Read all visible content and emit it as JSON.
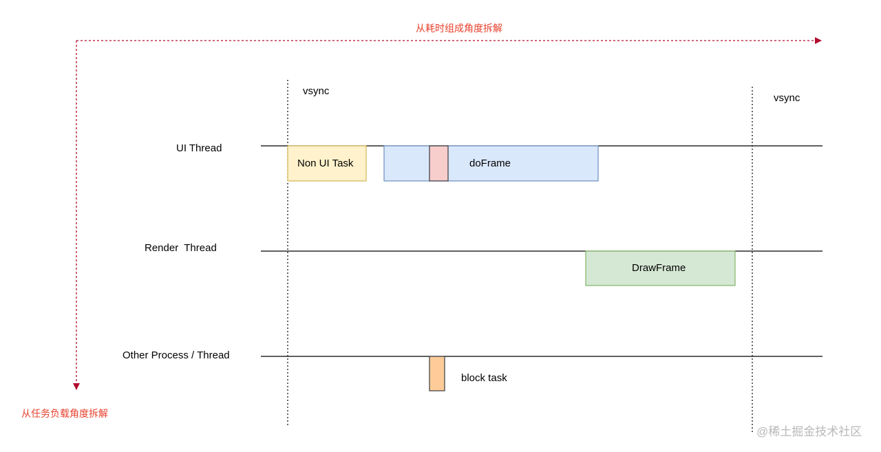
{
  "diagram": {
    "horizontal_axis_label": "从耗时组成角度拆解",
    "vertical_axis_label": "从任务负载角度拆解",
    "vsync_labels": [
      "vsync",
      "vsync"
    ],
    "threads": [
      {
        "name": "UI Thread"
      },
      {
        "name": "Render  Thread"
      },
      {
        "name": "Other Process / Thread"
      }
    ],
    "tasks": [
      {
        "label": "Non UI Task",
        "fill": "#fff2cc",
        "stroke": "#d6b656"
      },
      {
        "label": "doFrame",
        "fill": "#dae8fc",
        "stroke": "#6c8ebf"
      },
      {
        "label": "",
        "fill": "#f8cecc",
        "stroke": "#b85450"
      },
      {
        "label": "DrawFrame",
        "fill": "#d5e8d4",
        "stroke": "#82b366"
      },
      {
        "label": "block task",
        "fill": "#ffcc99",
        "stroke": "#36393d"
      }
    ],
    "colors": {
      "arrow": "#b20d30",
      "axis_label": "#e8412e",
      "timeline": "#000000"
    },
    "watermark": "@稀土掘金技术社区"
  }
}
